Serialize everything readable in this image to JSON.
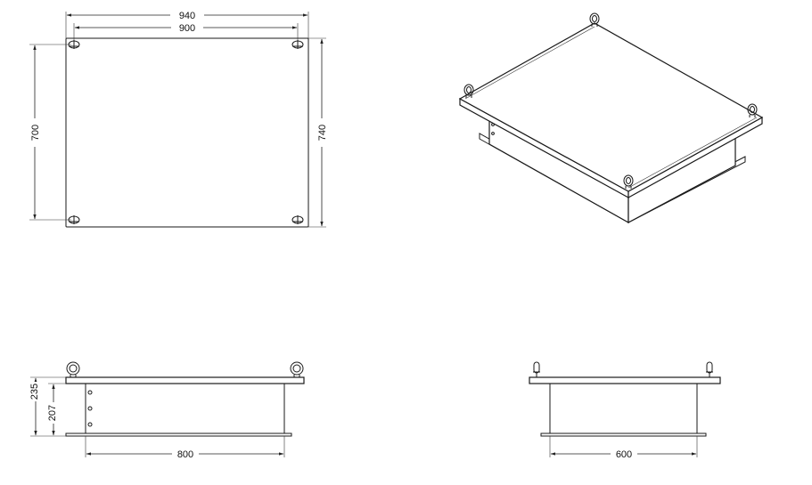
{
  "top_view": {
    "overall_width": "940",
    "inner_width": "900",
    "overall_height": "740",
    "inner_height": "700"
  },
  "front_view": {
    "overall_height": "235",
    "body_height": "207",
    "body_width": "800"
  },
  "side_view": {
    "body_width": "600"
  },
  "colors": {
    "line": "#1a1a1a",
    "paper": "#ffffff"
  }
}
